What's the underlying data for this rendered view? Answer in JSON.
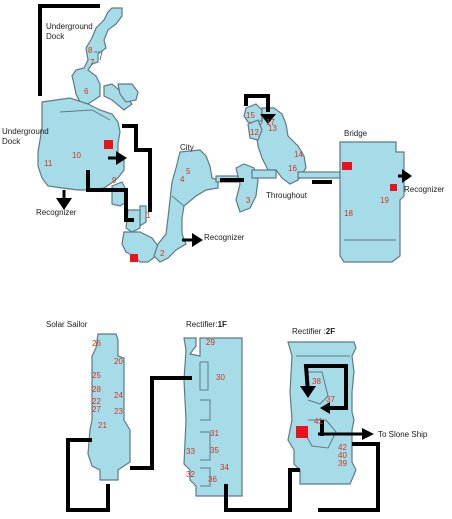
{
  "areas": {
    "underground_dock_north": "Underground\nDock",
    "underground_dock_west": "Underground\nDock",
    "recognizer_west": "Recognizer",
    "city": "City",
    "recognizer_city": "Recognizer",
    "throughout": "Throughout",
    "bridge": "Bridge",
    "recognizer_bridge": "Recognizer",
    "solar_sailor": "Solar Sailor",
    "rectifier_1f_name": "Rectifier:",
    "rectifier_1f_floor": "1F",
    "rectifier_2f_name": "Rectifier :",
    "rectifier_2f_floor": "2F",
    "to_slone_ship": "To Slone Ship"
  },
  "rooms": [
    "1",
    "2",
    "3",
    "4",
    "5",
    "6",
    "7",
    "8",
    "9",
    "10",
    "11",
    "12",
    "13",
    "14",
    "15",
    "16",
    "17",
    "18",
    "19",
    "20",
    "21",
    "22",
    "23",
    "24",
    "25",
    "26",
    "27",
    "28",
    "29",
    "30",
    "31",
    "32",
    "33",
    "34",
    "35",
    "36",
    "37",
    "38",
    "39",
    "40",
    "41",
    "42"
  ],
  "colors": {
    "room_fill": "#a6dbe8",
    "room_outline": "#5e7a86",
    "path": "#000000",
    "marker": "#e8141c",
    "room_number": "#d2341a"
  }
}
